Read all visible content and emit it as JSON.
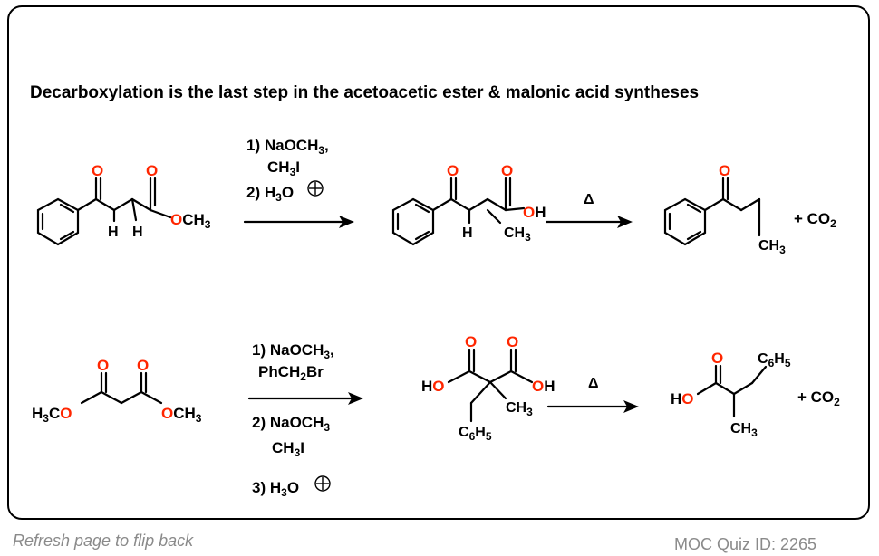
{
  "headline": "Decarboxylation is the last step in the acetoacetic ester & malonic acid syntheses",
  "footer": {
    "left": "Refresh page to flip back",
    "right": "MOC Quiz ID: 2265"
  },
  "colors": {
    "oxygen": "#ff2600",
    "bond": "#000000",
    "frame": "#000000",
    "footer": "#8a8a8a"
  },
  "reaction1": {
    "reagents": {
      "step1_a": "1) NaOCH",
      "step1_a_sub": "3",
      "step1_a_tail": ",",
      "step1_b": "CH",
      "step1_b_sub": "3",
      "step1_b_tail": "I",
      "step2": "2) H",
      "step2_sub": "3",
      "step2_tail": "O"
    },
    "heat": "Δ",
    "byproduct": "+ CO",
    "byproduct_sub": "2"
  },
  "reaction2": {
    "reagents": {
      "step1_a": "1) NaOCH",
      "step1_a_sub": "3",
      "step1_a_tail": ",",
      "step1_b": "PhCH",
      "step1_b_sub": "2",
      "step1_b_tail": "Br",
      "step2_a": "2) NaOCH",
      "step2_a_sub": "3",
      "step2_b": "CH",
      "step2_b_sub": "3",
      "step2_b_tail": "I",
      "step3": "3) H",
      "step3_sub": "3",
      "step3_tail": "O"
    },
    "heat": "Δ",
    "byproduct": "+ CO",
    "byproduct_sub": "2"
  },
  "atoms": {
    "O": "O",
    "H": "H",
    "OCH": "OCH",
    "sub3": "3",
    "OH_O": "O",
    "OH_H": "H",
    "CH": "CH",
    "HO_H": "H",
    "HO_O": "O",
    "H3C_H": "H",
    "H3C_sub": "3",
    "H3C_C": "C",
    "C6": "C",
    "C6_sub": "6",
    "C6_H": "H",
    "C6_sub5": "5"
  }
}
